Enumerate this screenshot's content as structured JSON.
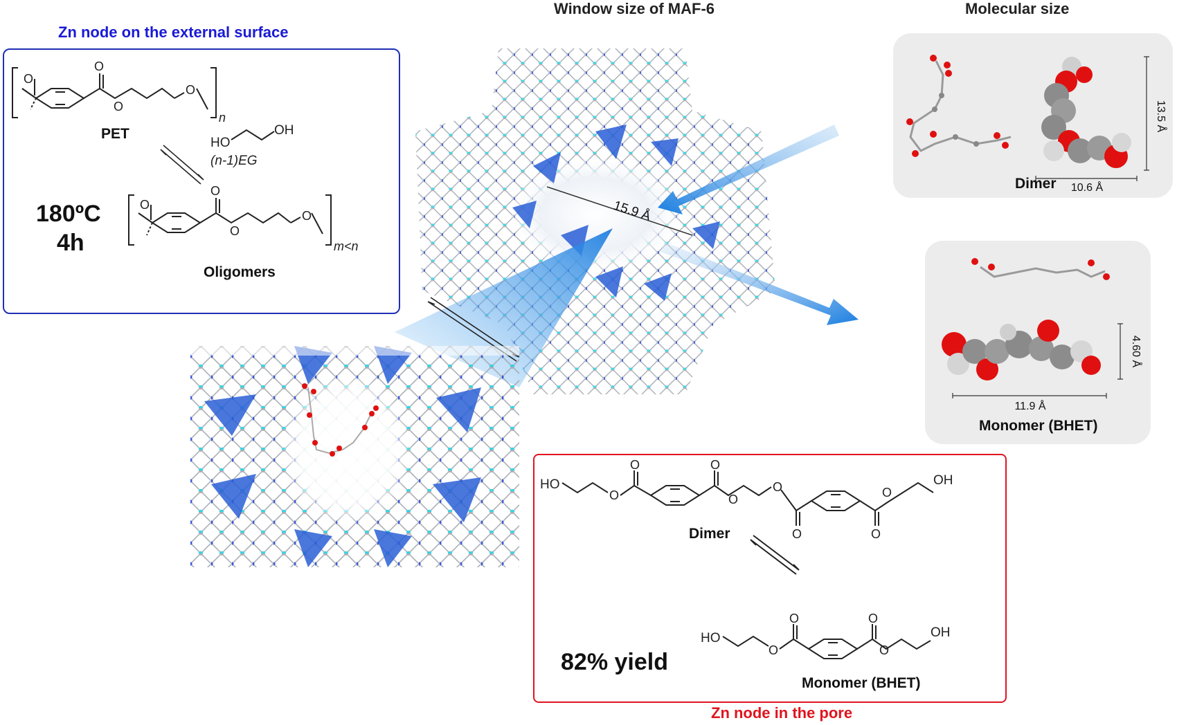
{
  "titles": {
    "external_surface": "Zn node on the external surface",
    "window_size": "Window size of MAF-6",
    "molecular_size": "Molecular size",
    "pore": "Zn node in the pore"
  },
  "external_panel": {
    "pet_label": "PET",
    "eg_label": "(n-1)EG",
    "oligomers_label": "Oligomers",
    "subscript_n": "n",
    "subscript_m": "m<n",
    "ho": "HO",
    "oh": "OH",
    "conditions_temp": "180ºC",
    "conditions_time": "4h"
  },
  "framework": {
    "window_diameter": "15.9 Å"
  },
  "dimer_card": {
    "label": "Dimer",
    "height": "13.5 Å",
    "width": "10.6 Å"
  },
  "monomer_card": {
    "label": "Monomer (BHET)",
    "height": "4.60 Å",
    "width": "11.9 Å"
  },
  "pore_panel": {
    "dimer_label": "Dimer",
    "monomer_label": "Monomer (BHET)",
    "yield": "82% yield",
    "ho": "HO",
    "oh": "OH"
  },
  "colors": {
    "blue_title": "#1a1ad6",
    "red_title": "#e0141e",
    "tetra_blue": "#2a5fd6",
    "zn_cyan": "#19d3e6",
    "oxygen_red": "#e01010"
  }
}
